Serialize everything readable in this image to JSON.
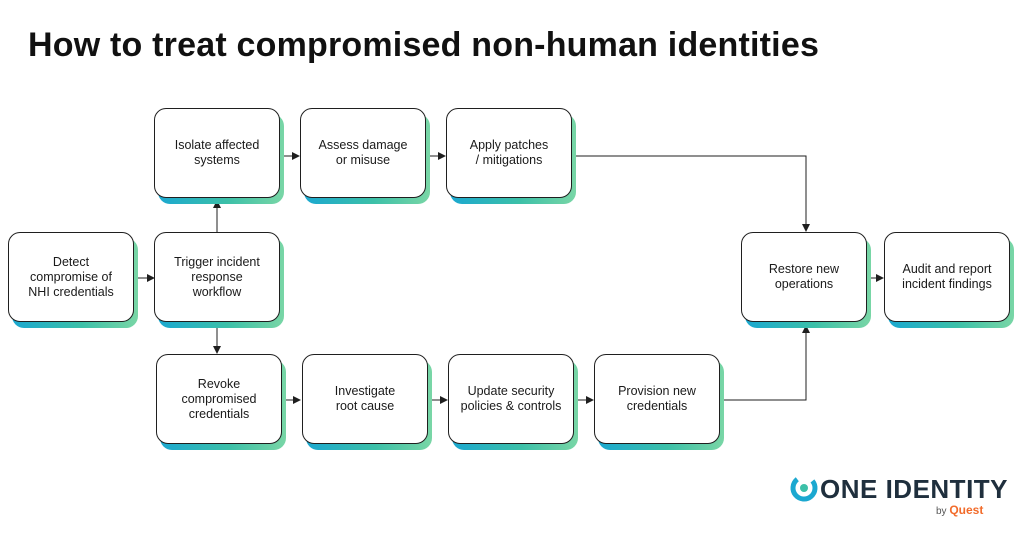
{
  "title": "How to treat compromised non-human identities",
  "nodes": {
    "detect": "Detect\ncompromise of\nNHI credentials",
    "trigger": "Trigger incident\nresponse\nworkflow",
    "isolate": "Isolate affected\nsystems",
    "assess": "Assess damage\nor misuse",
    "apply": "Apply patches\n/ mitigations",
    "revoke": "Revoke\ncompromised\ncredentials",
    "investigate": "Investigate\nroot cause",
    "update": "Update security\npolicies & controls",
    "provision": "Provision new\ncredentials",
    "restore": "Restore new\noperations",
    "audit": "Audit and report\nincident findings"
  },
  "edges": [
    [
      "detect",
      "trigger"
    ],
    [
      "trigger",
      "isolate"
    ],
    [
      "trigger",
      "revoke"
    ],
    [
      "isolate",
      "assess"
    ],
    [
      "assess",
      "apply"
    ],
    [
      "apply",
      "restore"
    ],
    [
      "revoke",
      "investigate"
    ],
    [
      "investigate",
      "update"
    ],
    [
      "update",
      "provision"
    ],
    [
      "provision",
      "restore"
    ],
    [
      "restore",
      "audit"
    ]
  ],
  "logo": {
    "name": "ONE IDENTITY",
    "by": "by",
    "company": "Quest",
    "colors": {
      "accent": "#1ba8d0",
      "secondary": "#3cc0a8",
      "quest": "#f26b2a",
      "text": "#1f2f3d"
    }
  }
}
